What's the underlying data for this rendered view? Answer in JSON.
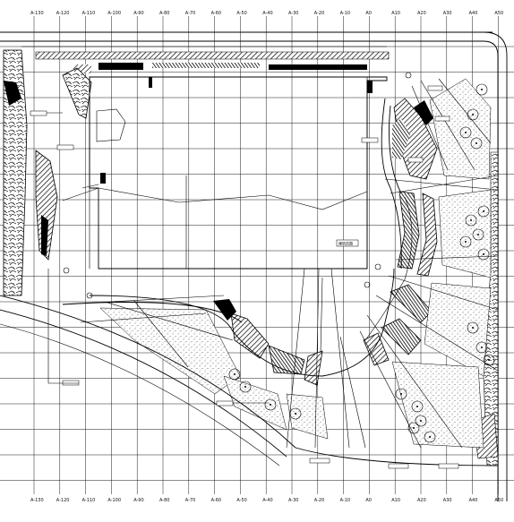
{
  "drawing": {
    "axis_labels_top": [
      "A-130",
      "A-120",
      "A-110",
      "A-100",
      "A-90",
      "A-80",
      "A-70",
      "A-60",
      "A-50",
      "A-40",
      "A-30",
      "A-20",
      "A-10",
      "A0",
      "A10",
      "A20",
      "A30",
      "A40",
      "A50"
    ],
    "axis_labels_bottom": [
      "A-130",
      "A-120",
      "A-110",
      "A-100",
      "A-90",
      "A-80",
      "A-70",
      "A-60",
      "A-50",
      "A-40",
      "A-30",
      "A-20",
      "A-10",
      "A0",
      "A10",
      "A20",
      "A30",
      "A40",
      "A50"
    ],
    "building_tag": "建筑范围"
  },
  "colors": {
    "line": "#000000",
    "paper": "#ffffff"
  },
  "icons": [
    "compass-circle-icon",
    "tree-symbol-icon"
  ]
}
